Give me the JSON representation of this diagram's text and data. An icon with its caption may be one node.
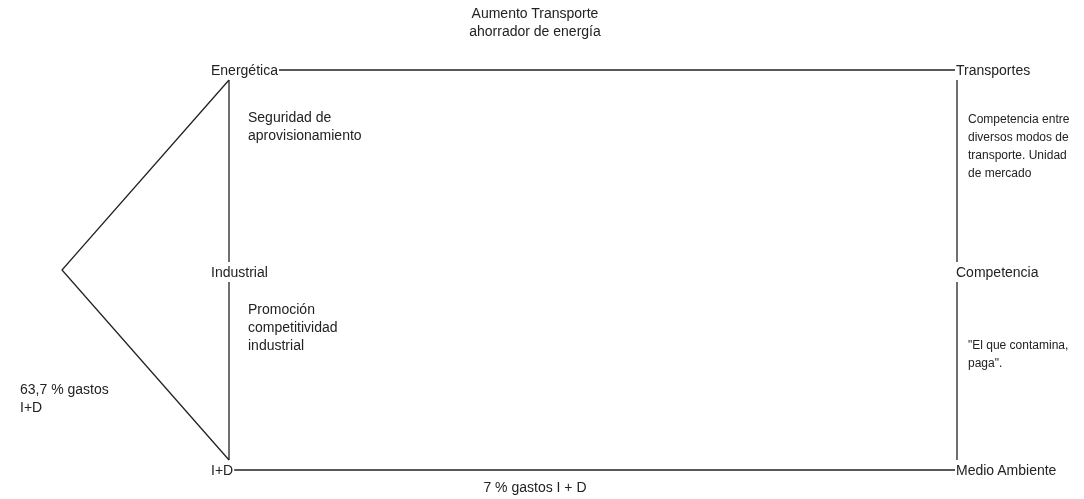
{
  "diagram": {
    "nodes": [
      {
        "text": [
          "Energética"
        ]
      },
      {
        "text": [
          "Transportes"
        ]
      },
      {
        "text": [
          "Industrial"
        ]
      },
      {
        "text": [
          "Competencia"
        ]
      },
      {
        "text": [
          "I+D"
        ]
      },
      {
        "text": [
          "Medio Ambiente"
        ]
      }
    ],
    "edges": [
      {
        "from": 0,
        "to": 1,
        "arrow": "none",
        "label": "Aumento Transporte ahorrador de energía"
      },
      {
        "from": 0,
        "to": 2,
        "arrow": "none",
        "label": "Seguridad de aprovisionamiento"
      },
      {
        "from": 2,
        "to": 4,
        "arrow": "none",
        "label": "Promoción competitividad industrial"
      },
      {
        "from": 1,
        "to": 3,
        "arrow": "none",
        "label": "Competencia entre diversos modos de transporte. Unidad de mercado"
      },
      {
        "from": 3,
        "to": 5,
        "arrow": "none",
        "label": "\"El que contamina, paga\"."
      },
      {
        "from": 4,
        "to": 5,
        "arrow": "none",
        "label": "7 % gastos I + D"
      },
      {
        "from": 0,
        "to": 4,
        "arrow": "none",
        "label": "63,7 % gastos I+D"
      }
    ]
  }
}
